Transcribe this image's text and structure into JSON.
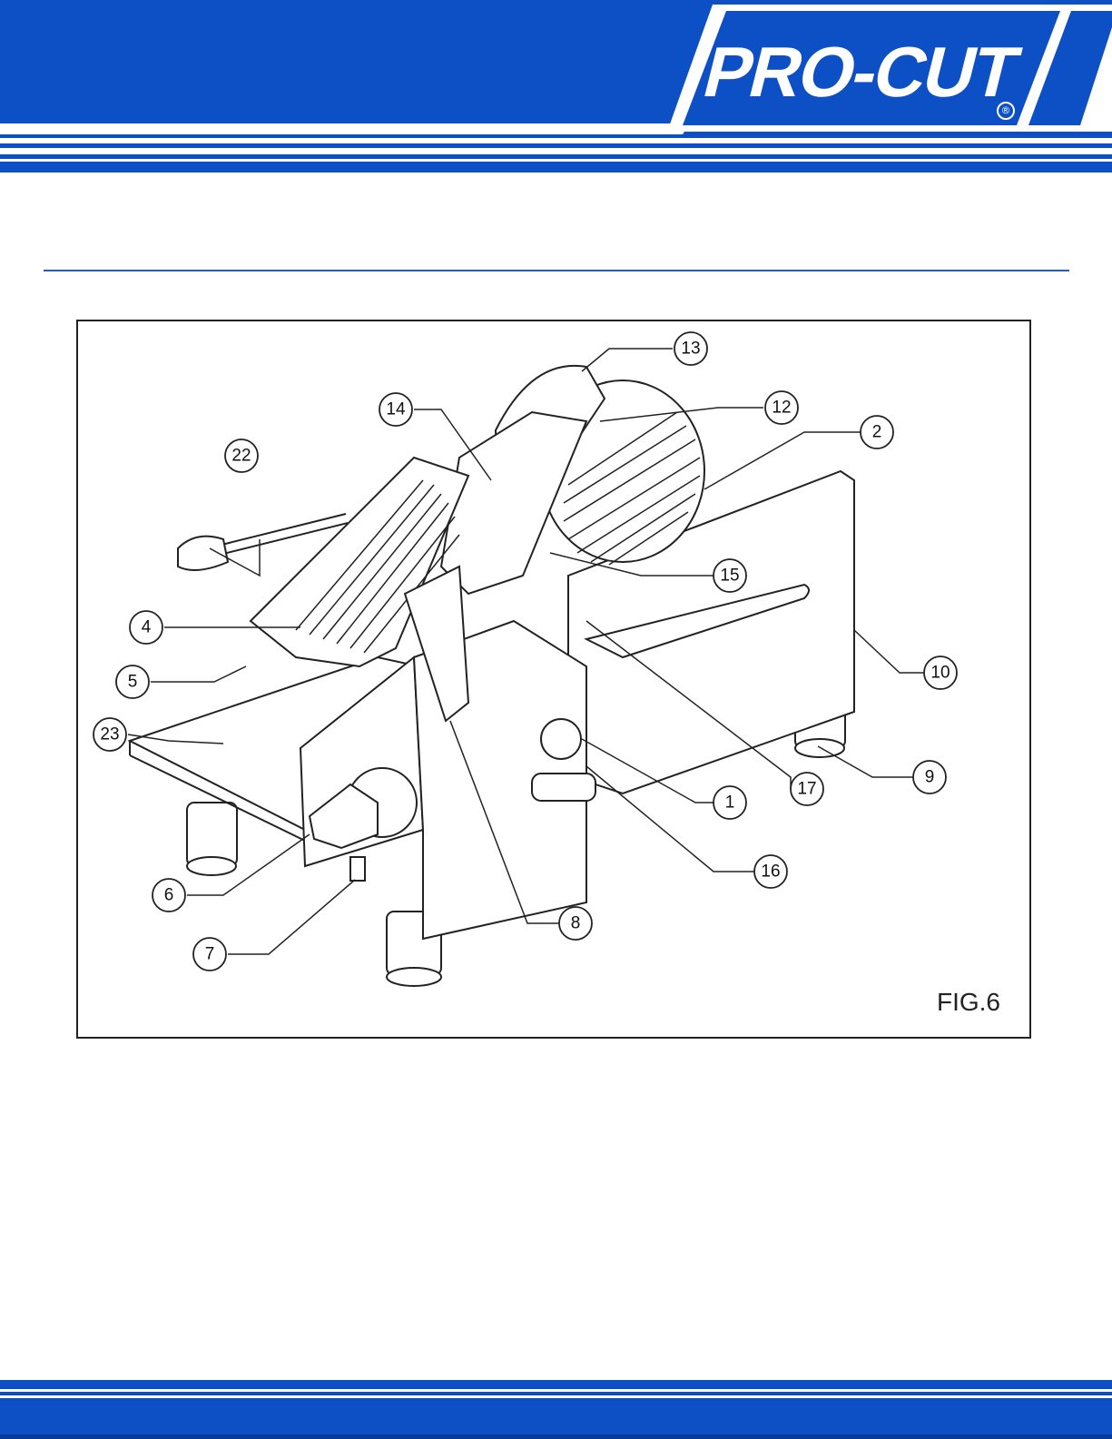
{
  "brand": {
    "logo_text": "PRO-CUT",
    "registered_mark": "®",
    "primary_color": "#0d4fc4",
    "stripe_color": "#ffffff",
    "dark_color": "#083a99"
  },
  "figure": {
    "label": "FIG.6",
    "callouts": [
      "1",
      "2",
      "4",
      "5",
      "6",
      "7",
      "8",
      "9",
      "10",
      "12",
      "13",
      "14",
      "15",
      "16",
      "17",
      "22",
      "23"
    ]
  }
}
